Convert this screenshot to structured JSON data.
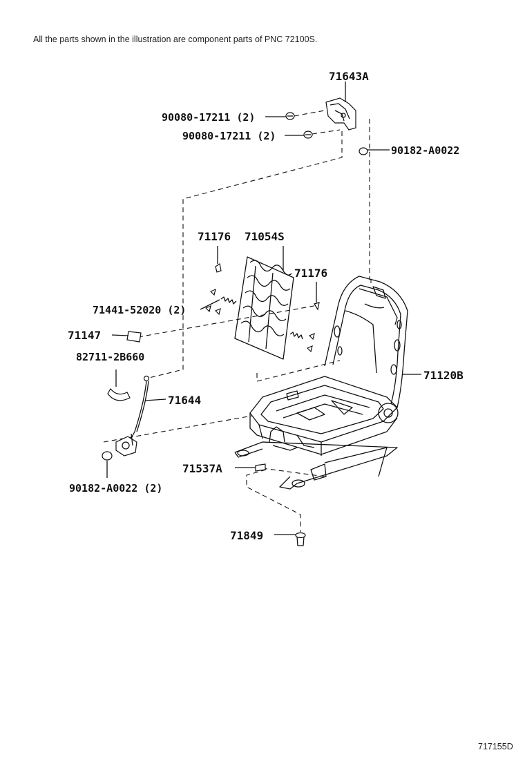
{
  "note": "All the parts shown in the illustration are component parts of PNC 72100S.",
  "diagram_code": "717155D",
  "labels": {
    "p71643A": "71643A",
    "p90080_a": "90080-17211 (2)",
    "p90080_b": "90080-17211 (2)",
    "p90182_top": "90182-A0022",
    "p71176_a": "71176",
    "p71054S": "71054S",
    "p71176_b": "71176",
    "p71441": "71441-52020 (2)",
    "p71147": "71147",
    "p82711": "82711-2B660",
    "p71120B": "71120B",
    "p71644": "71644",
    "p71537A": "71537A",
    "p90182_bot": "90182-A0022 (2)",
    "p71849": "71849"
  }
}
